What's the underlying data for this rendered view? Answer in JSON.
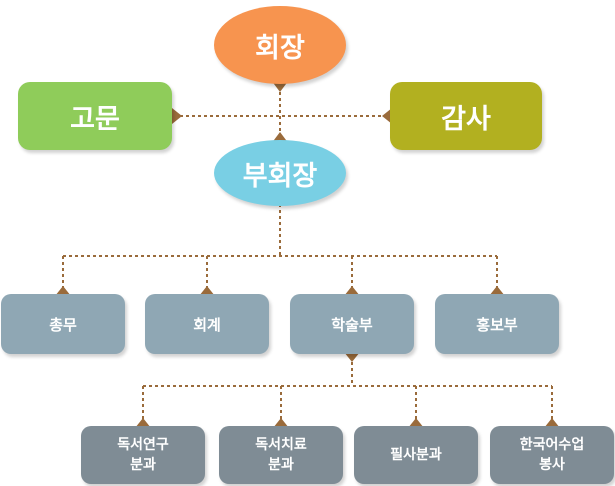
{
  "top": {
    "label": "회장",
    "color": "#f7944f"
  },
  "left_box": {
    "label": "고문",
    "color": "#8fcc5a"
  },
  "right_box": {
    "label": "감사",
    "color": "#b2b020"
  },
  "vice": {
    "label": "부회장",
    "color": "#79cfe4"
  },
  "departments": [
    {
      "label": "총무"
    },
    {
      "label": "회계"
    },
    {
      "label": "학술부"
    },
    {
      "label": "홍보부"
    }
  ],
  "subdivisions": [
    {
      "label": "독서연구\n분과"
    },
    {
      "label": "독서치료\n분과"
    },
    {
      "label": "필사분과"
    },
    {
      "label": "한국어수업\n봉사"
    }
  ],
  "colors": {
    "department": "#8fa7b4",
    "subdivision": "#7f8c95",
    "connector": "#9a6b3b"
  }
}
